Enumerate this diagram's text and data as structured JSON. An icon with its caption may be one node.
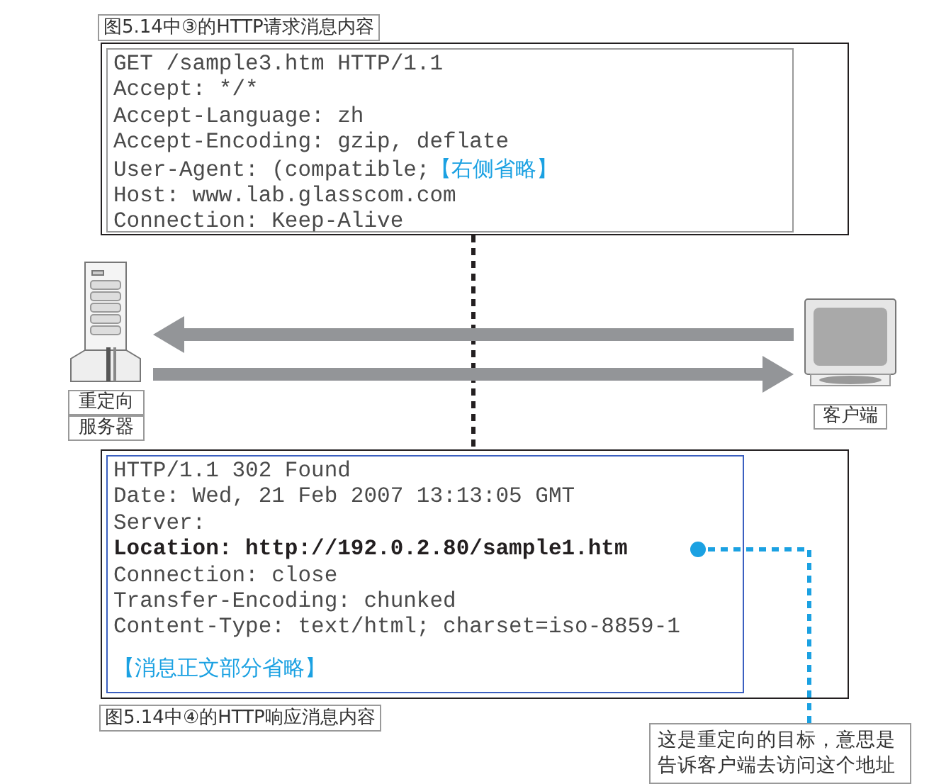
{
  "diagram": {
    "nodes": [
      {
        "text": [
          "图5.14中③的HTTP请求消息内容"
        ]
      },
      {
        "text": [
          "GET /sample3.htm HTTP/1.1",
          "Accept: */*",
          "Accept-Language: zh",
          "Accept-Encoding: gzip, deflate",
          "User-Agent: (compatible;",
          "【右侧省略】",
          "Host: www.lab.glasscom.com",
          "Connection: Keep-Alive"
        ],
        "in": 0
      },
      {
        "text": [],
        "shape": "picture",
        "beside": [
          "重定向",
          "服务器"
        ]
      },
      {
        "text": [],
        "shape": "picture",
        "beside": [
          "客户端"
        ]
      },
      {
        "text": [
          "图5.14中④的HTTP响应消息内容"
        ]
      },
      {
        "text": [
          "HTTP/1.1 302 Found",
          "Date: Wed, 21 Feb 2007 13:13:05 GMT",
          "Server:",
          "Location: http://192.0.2.80/sample1.htm",
          "Connection: close",
          "Transfer-Encoding: chunked",
          "Content-Type: text/html; charset=iso-8859-1",
          "【消息正文部分省略】"
        ],
        "in": 4
      },
      {
        "text": [
          "这是重定向的目标，意思是告诉客户端去访问这个地址"
        ]
      }
    ],
    "edges": [
      {
        "from": 0,
        "to": 4,
        "arrow": "none",
        "style": "dashed",
        "color": "#231f20"
      },
      {
        "from": 3,
        "to": 2,
        "arrow": "to",
        "style": "thick",
        "color": "#939598"
      },
      {
        "from": 2,
        "to": 3,
        "arrow": "to",
        "style": "thick",
        "color": "#939598"
      },
      {
        "from": 6,
        "to": 5,
        "arrow": "other",
        "style": "dashed",
        "color": "#1ba1e2"
      }
    ]
  }
}
